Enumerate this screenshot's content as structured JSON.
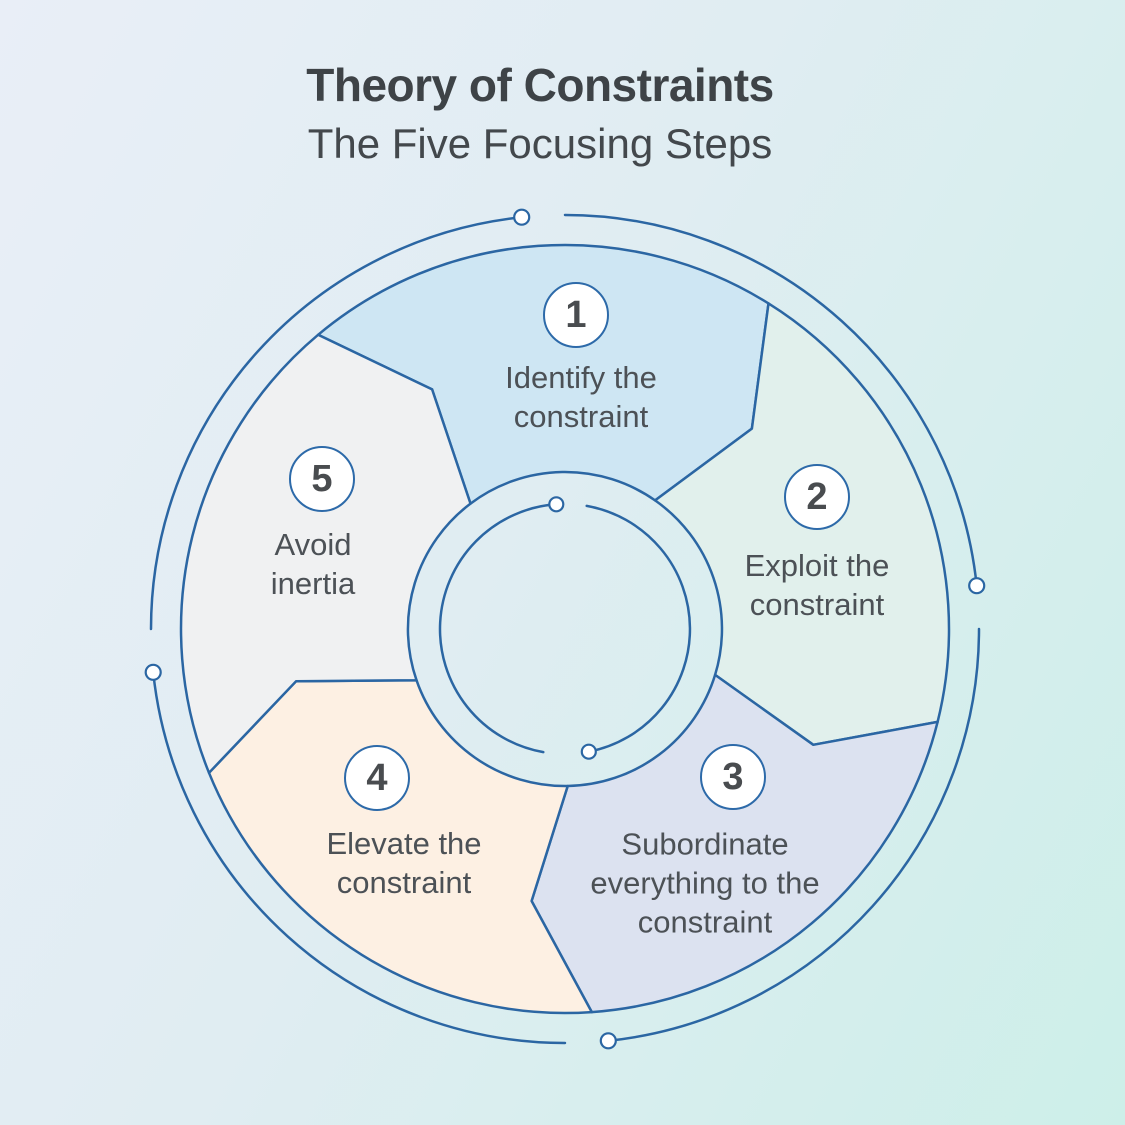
{
  "title": "Theory of Constraints",
  "subtitle": "The Five Focusing Steps",
  "colors": {
    "stroke": "#2b66a3",
    "background_start": "#e9eef7",
    "background_end": "#cdefe9",
    "text": "#4c5156",
    "title_text": "#3e4347"
  },
  "steps": [
    {
      "number": "1",
      "label": [
        "Identify the",
        "constraint"
      ],
      "color": "#cee6f3"
    },
    {
      "number": "2",
      "label": [
        "Exploit the",
        "constraint"
      ],
      "color": "#e1f0ec"
    },
    {
      "number": "3",
      "label": [
        "Subordinate",
        "everything to the",
        "constraint"
      ],
      "color": "#dce2f0"
    },
    {
      "number": "4",
      "label": [
        "Elevate the",
        "constraint"
      ],
      "color": "#fdf0e3"
    },
    {
      "number": "5",
      "label": [
        "Avoid",
        "inertia"
      ],
      "color": "#f0f1f2"
    }
  ]
}
